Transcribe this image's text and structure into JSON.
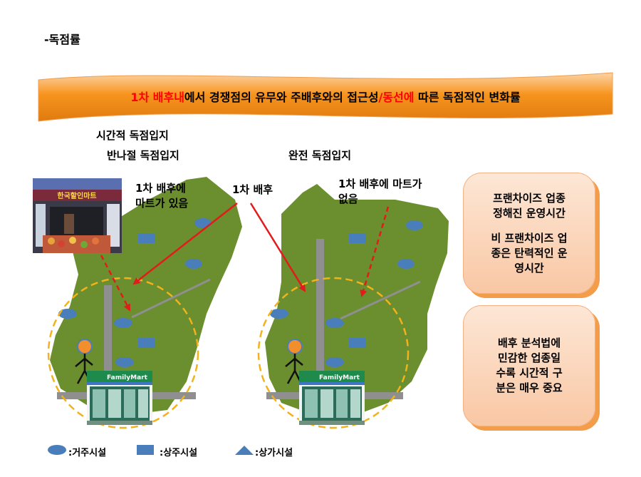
{
  "section_title": "-독점률",
  "banner": {
    "part1": "1차 배후내",
    "part2": "에서 경쟁점의 유무와 주배후와의 접근성",
    "part3": "/동선에",
    "part4": " 따른 독점적인 변화률"
  },
  "labels": {
    "temporal": "시간적 독점입지",
    "half": "반나절 독점입지",
    "full": "완전 독점입지",
    "note_left_1": "1차 배후에",
    "note_left_2": "마트가 있음",
    "primary": "1차 배후",
    "note_right_1": "1차 배후에 마트가",
    "note_right_2": "없음"
  },
  "box_franchise": {
    "line1": "프랜차이즈 업종",
    "line2": "정해진 운영시간",
    "line3": "비 프랜차이즈 업",
    "line4": "종은 탄력적인 운",
    "line5": "영시간"
  },
  "box_analysis": {
    "line1": "배후 분석법에",
    "line2": "민감한 업종일",
    "line3": "수록 시간적 구",
    "line4": "분은 매우 중요"
  },
  "legend": {
    "residential": ":거주시설",
    "mixed": ":상주시설",
    "commercial": ":상가시설"
  },
  "photos": {
    "mart_sign": "한국할인마트",
    "store_sign": "FamilyMart"
  },
  "colors": {
    "banner_orange": "#f7941d",
    "land_green": "#6b8e2e",
    "marker_blue": "#4a7ebb",
    "radius_yellow": "#f2b21b",
    "arrow_red": "#e21b1b",
    "person_orange": "#f28e2b",
    "road_gray": "#8f8f8f"
  }
}
